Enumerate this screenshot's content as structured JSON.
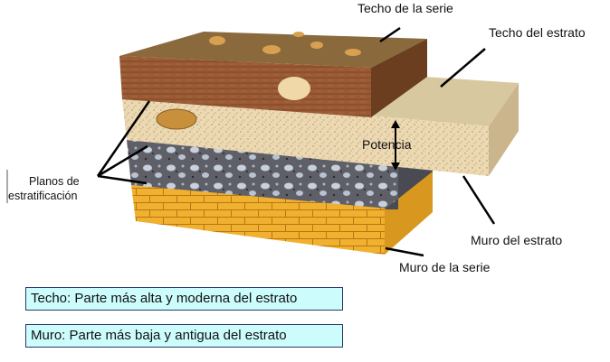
{
  "labels": {
    "techo_serie": "Techo de la serie",
    "techo_estrato": "Techo del estrato",
    "potencia": "Potencia",
    "planos_1": "Planos de",
    "planos_2": "estratificación",
    "muro_estrato": "Muro del estrato",
    "muro_serie": "Muro de la serie"
  },
  "definitions": {
    "techo": "Techo: Parte más alta y moderna del estrato",
    "muro": "Muro: Parte más baja y antigua del estrato"
  },
  "colors": {
    "box_fill": "#ccfcfc",
    "box_border": "#2a3a6a"
  }
}
